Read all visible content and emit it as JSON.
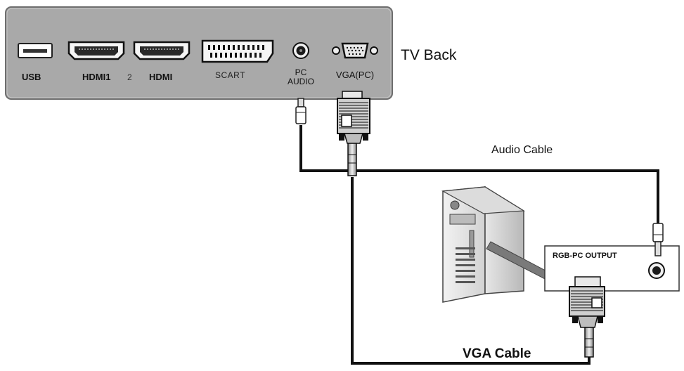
{
  "tv_panel": {
    "ports": {
      "usb": "USB",
      "hdmi1": "HDMI1",
      "hdmi2_number": "2",
      "hdmi2_label": "HDMI",
      "scart": "SCART",
      "pc_audio_line1": "PC",
      "pc_audio_line2": "AUDIO",
      "vga": "VGA(PC)"
    }
  },
  "labels": {
    "tv_back": "TV Back",
    "audio_cable": "Audio  Cable",
    "vga_cable": "VGA Cable",
    "rgb_pc_output": "RGB-PC OUTPUT"
  },
  "colors": {
    "panel": "#a9a9a9",
    "cable": "#111111",
    "line": "#000000",
    "background": "#ffffff"
  }
}
